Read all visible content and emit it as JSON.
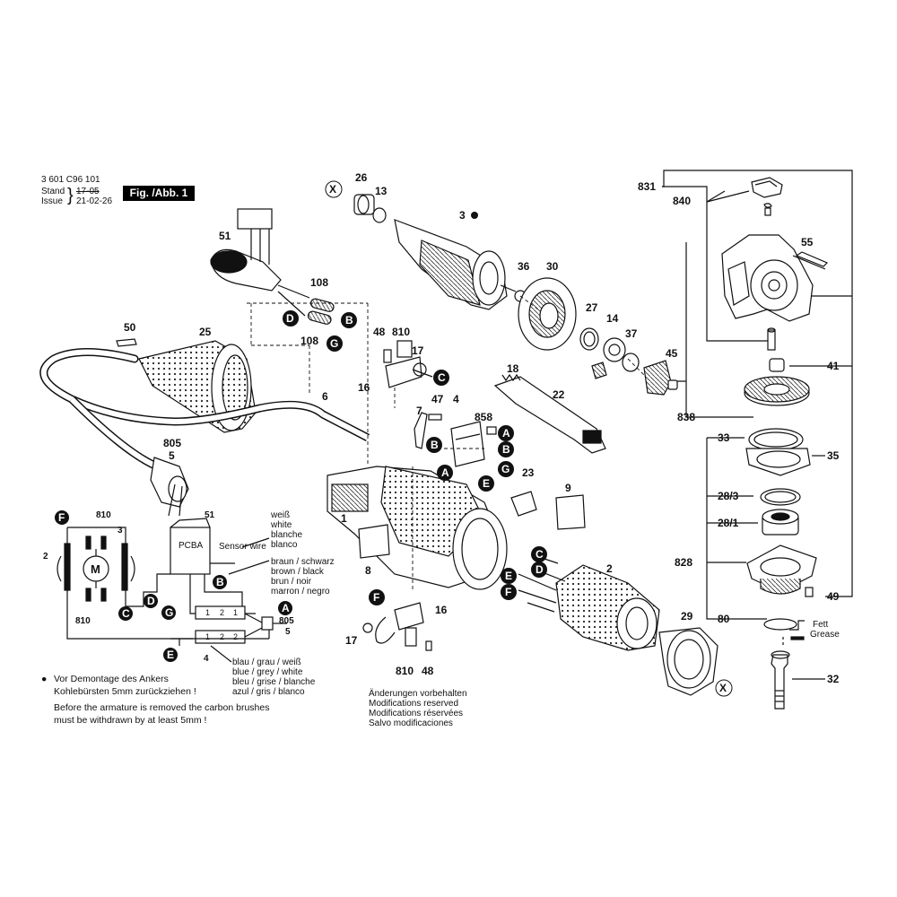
{
  "header": {
    "part_number": "3 601 C96 101",
    "stand_label": "Stand",
    "issue_label": "Issue",
    "brace": "}",
    "old_date": "17-05",
    "new_date": "21-02-26",
    "figure_label": "Fig. /Abb. 1"
  },
  "callouts": [
    "26",
    "13",
    "3",
    "X",
    "51",
    "108",
    "108",
    "D",
    "B",
    "G",
    "50",
    "25",
    "48",
    "810",
    "17",
    "C",
    "16",
    "6",
    "7",
    "47",
    "4",
    "858",
    "A",
    "B",
    "G",
    "A",
    "E",
    "B",
    "1",
    "5",
    "805",
    "36",
    "30",
    "27",
    "14",
    "37",
    "45",
    "18",
    "22",
    "831",
    "840",
    "55",
    "41",
    "838",
    "33",
    "35",
    "28/3",
    "28/1",
    "828",
    "49",
    "80",
    "32",
    "23",
    "9",
    "8",
    "2",
    "C",
    "D",
    "E",
    "F",
    "29",
    "X",
    "16",
    "F",
    "17",
    "810",
    "48"
  ],
  "wiring": {
    "pcba_label": "PCBA",
    "sensor_label": "Sensor wire",
    "motor_label": "M",
    "left_labels": [
      "F",
      "810",
      "3",
      "2",
      "810",
      "C",
      "D",
      "G",
      "E",
      "4",
      "51",
      "B",
      "A",
      "805",
      "5"
    ],
    "terminal_marks": [
      "1",
      "2",
      "1",
      "2",
      "1",
      "2"
    ],
    "colors_1": [
      "weiß",
      "white",
      "blanche",
      "blanco"
    ],
    "colors_2": [
      "braun / schwarz",
      "brown / black",
      "brun / noir",
      "marron / negro"
    ],
    "colors_3": [
      "blau / grau / weiß",
      "blue / grey / white",
      "bleu / grise / blanche",
      "azul / gris / blanco"
    ]
  },
  "notes": {
    "bullet": "●",
    "de_line1": "Vor Demontage des Ankers",
    "de_line2": "Kohlebürsten 5mm zurückziehen !",
    "en_line1": "Before the armature is removed the carbon brushes",
    "en_line2": "must be withdrawn by at least 5mm !",
    "mods": [
      "Änderungen vorbehalten",
      "Modifications reserved",
      "Modifications réservées",
      "Salvo modificaciones"
    ],
    "grease_de": "Fett",
    "grease_en": "Grease"
  }
}
